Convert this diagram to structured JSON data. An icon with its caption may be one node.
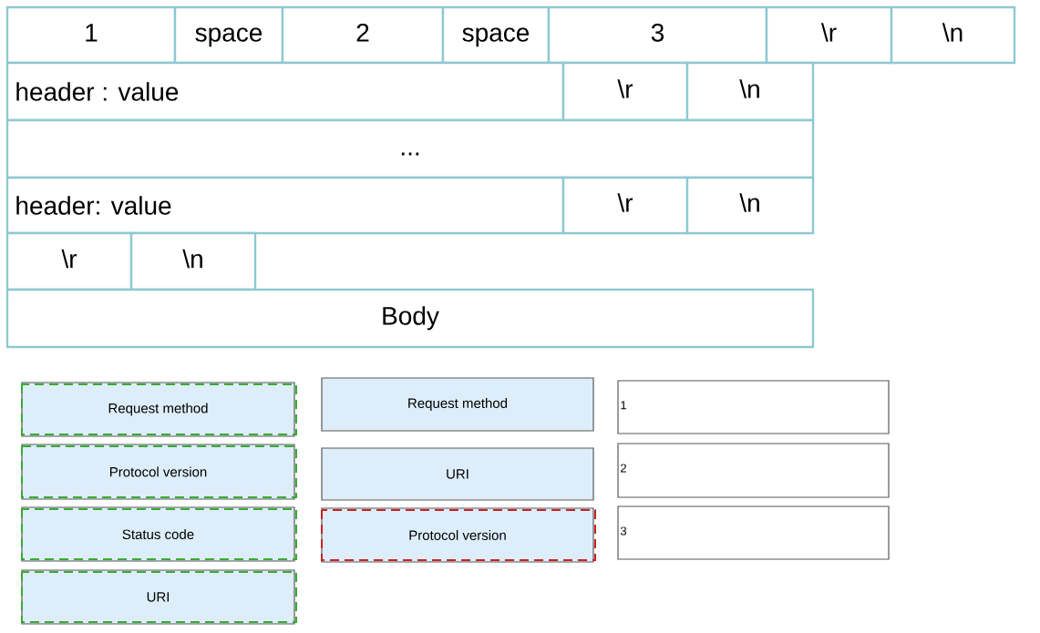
{
  "diagram": {
    "nodes": [
      {
        "text": [
          "1"
        ]
      },
      {
        "text": [
          "space"
        ]
      },
      {
        "text": [
          "2"
        ]
      },
      {
        "text": [
          "space"
        ]
      },
      {
        "text": [
          "3"
        ]
      },
      {
        "text": [
          "\\r"
        ]
      },
      {
        "text": [
          "\\n"
        ]
      },
      {
        "text": [
          "header : value"
        ]
      },
      {
        "text": [
          "\\r"
        ]
      },
      {
        "text": [
          "\\n"
        ]
      },
      {
        "text": [
          "..."
        ]
      },
      {
        "text": [
          "header: value"
        ]
      },
      {
        "text": [
          "\\r"
        ]
      },
      {
        "text": [
          "\\n"
        ]
      },
      {
        "text": [
          "\\r"
        ]
      },
      {
        "text": [
          "\\n"
        ]
      },
      {
        "text": [
          "Body"
        ]
      },
      {
        "text": [
          "Request method"
        ]
      },
      {
        "text": [
          "Protocol version"
        ]
      },
      {
        "text": [
          "Status code"
        ]
      },
      {
        "text": [
          "URI"
        ]
      },
      {
        "text": [
          "Request method"
        ]
      },
      {
        "text": [
          "URI"
        ]
      },
      {
        "text": [
          "Protocol version"
        ]
      },
      {
        "text": [
          "1"
        ]
      },
      {
        "text": [
          "2"
        ]
      },
      {
        "text": [
          "3"
        ]
      }
    ]
  }
}
